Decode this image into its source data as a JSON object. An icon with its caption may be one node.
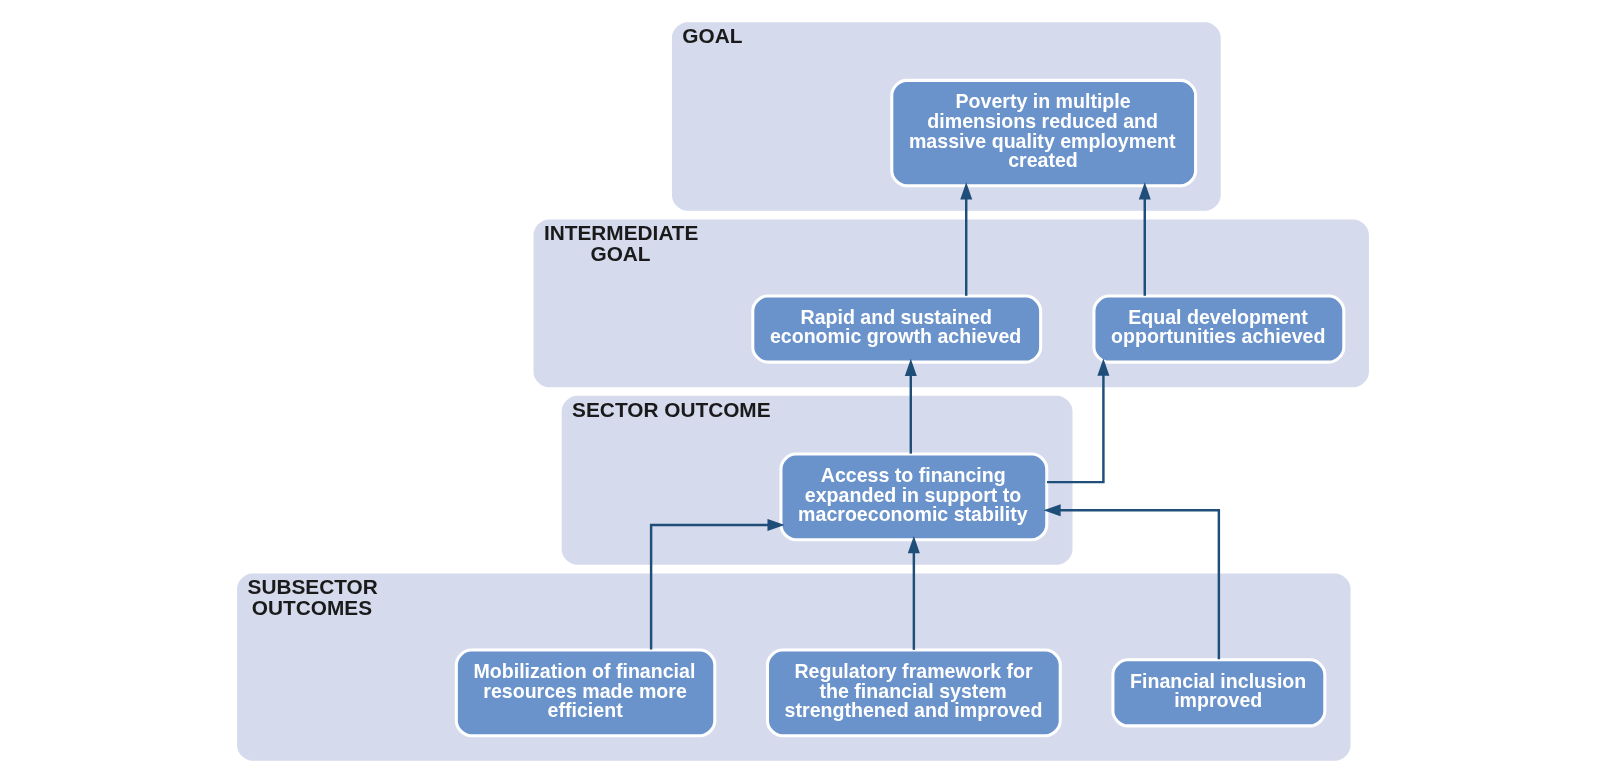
{
  "diagram": {
    "nodes": [
      {
        "text": [
          "GOAL"
        ]
      },
      {
        "text": [
          "Poverty in multiple dimensions reduced and massive quality employment created"
        ],
        "in": 0
      },
      {
        "text": [
          "INTERMEDIATE GOAL"
        ]
      },
      {
        "text": [
          "Rapid and sustained economic growth achieved"
        ],
        "in": 2
      },
      {
        "text": [
          "Equal development opportunities achieved"
        ],
        "in": 2
      },
      {
        "text": [
          "SECTOR OUTCOME"
        ]
      },
      {
        "text": [
          "Access to financing expanded in support to macroeconomic stability"
        ],
        "in": 5
      },
      {
        "text": [
          "SUBSECTOR OUTCOMES"
        ]
      },
      {
        "text": [
          "Mobilization of financial resources made more efficient"
        ],
        "in": 7
      },
      {
        "text": [
          "Regulatory framework for the financial system strengthened and improved"
        ],
        "in": 7
      },
      {
        "text": [
          "Financial inclusion improved"
        ],
        "in": 7
      }
    ],
    "edges": [
      {
        "from": 3,
        "to": 1,
        "arrow": "to"
      },
      {
        "from": 4,
        "to": 1,
        "arrow": "to"
      },
      {
        "from": 6,
        "to": 3,
        "arrow": "to"
      },
      {
        "from": 6,
        "to": 4,
        "arrow": "to"
      },
      {
        "from": 8,
        "to": 6,
        "arrow": "to"
      },
      {
        "from": 9,
        "to": 6,
        "arrow": "to"
      },
      {
        "from": 10,
        "to": 6,
        "arrow": "to"
      }
    ]
  }
}
